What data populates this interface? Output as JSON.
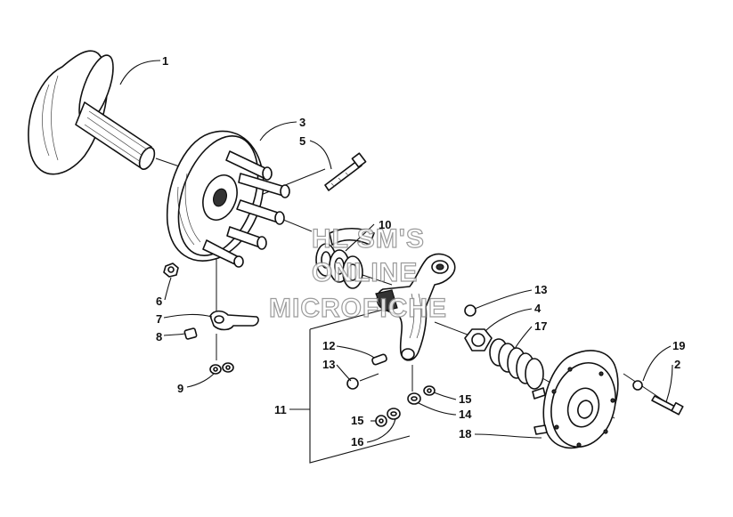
{
  "watermark": {
    "line1": "HL SM'S",
    "line2": "ONLINE",
    "line3": "MICROFICHE"
  },
  "callouts": {
    "c1": "1",
    "c2": "2",
    "c3": "3",
    "c4": "4",
    "c5": "5",
    "c6": "6",
    "c7": "7",
    "c8": "8",
    "c9": "9",
    "c10": "10",
    "c11": "11",
    "c12": "12",
    "c13a": "13",
    "c13b": "13",
    "c14": "14",
    "c15a": "15",
    "c15b": "15",
    "c16": "16",
    "c17": "17",
    "c18": "18",
    "c19": "19"
  }
}
